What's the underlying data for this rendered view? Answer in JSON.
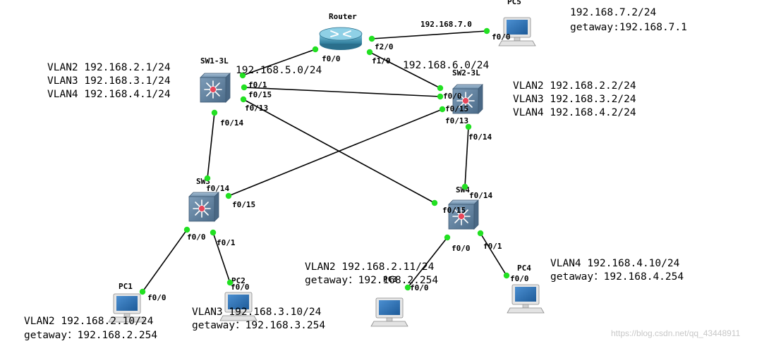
{
  "devices": {
    "router": "Router",
    "sw1": "SW1-3L",
    "sw2": "SW2-3L",
    "sw3": "SW3",
    "sw4": "SW4",
    "pc1": "PC1",
    "pc2": "PC2",
    "pc3": "PC3",
    "pc4": "PC4",
    "pc5": "PC5"
  },
  "ports": {
    "router_f00": "f0/0",
    "router_f10": "f1/0",
    "router_f20": "f2/0",
    "pc5_f00": "f0/0",
    "sw1_f01": "f0/1",
    "sw1_f015": "f0/15",
    "sw1_f013": "f0/13",
    "sw1_f014": "f0/14",
    "sw2_f00": "f0/0",
    "sw2_f015": "f0/15",
    "sw2_f013": "f0/13",
    "sw2_f014": "f0/14",
    "sw3_f014": "f0/14",
    "sw3_f015": "f0/15",
    "sw3_f00": "f0/0",
    "sw3_f01": "f0/1",
    "sw4_f014": "f0/14",
    "sw4_f015": "f0/15",
    "sw4_f00": "f0/0",
    "sw4_f01": "f0/1",
    "pc1_f00": "f0/0",
    "pc2_f00": "f0/0",
    "pc3_f00": "f0/0",
    "pc4_f00": "f0/0"
  },
  "networks": {
    "net_7": "192.168.7.0",
    "net_5": "192.168.5.0/24",
    "net_6": "192.168.6.0/24"
  },
  "notes": {
    "pc5_ip": "192.168.7.2/24",
    "pc5_gw": "getaway:192.168.7.1",
    "sw1_vlan2": "VLAN2 192.168.2.1/24",
    "sw1_vlan3": "VLAN3 192.168.3.1/24",
    "sw1_vlan4": "VLAN4 192.168.4.1/24",
    "sw2_vlan2": "VLAN2 192.168.2.2/24",
    "sw2_vlan3": "VLAN3 192.168.3.2/24",
    "sw2_vlan4": "VLAN4 192.168.4.2/24",
    "pc1_ip": "VLAN2 192.168.2.10/24",
    "pc1_gw": "getaway：192.168.2.254",
    "pc2_ip": "VLAN3 192.168.3.10/24",
    "pc2_gw": "getaway：192.168.3.254",
    "pc3_ip": "VLAN2 192.168.2.11/24",
    "pc3_gw": "getaway：192.168.2.254",
    "pc4_ip": "VLAN4 192.168.4.10/24",
    "pc4_gw": "getaway：192.168.4.254"
  },
  "watermark": "https://blog.csdn.net/qq_43448911",
  "colors": {
    "link": "#000000",
    "port_dot": "#22e022",
    "switch_body": "#5d7f9c",
    "router_body": "#3b8eae",
    "pc_screen": "#2f6fb0"
  }
}
